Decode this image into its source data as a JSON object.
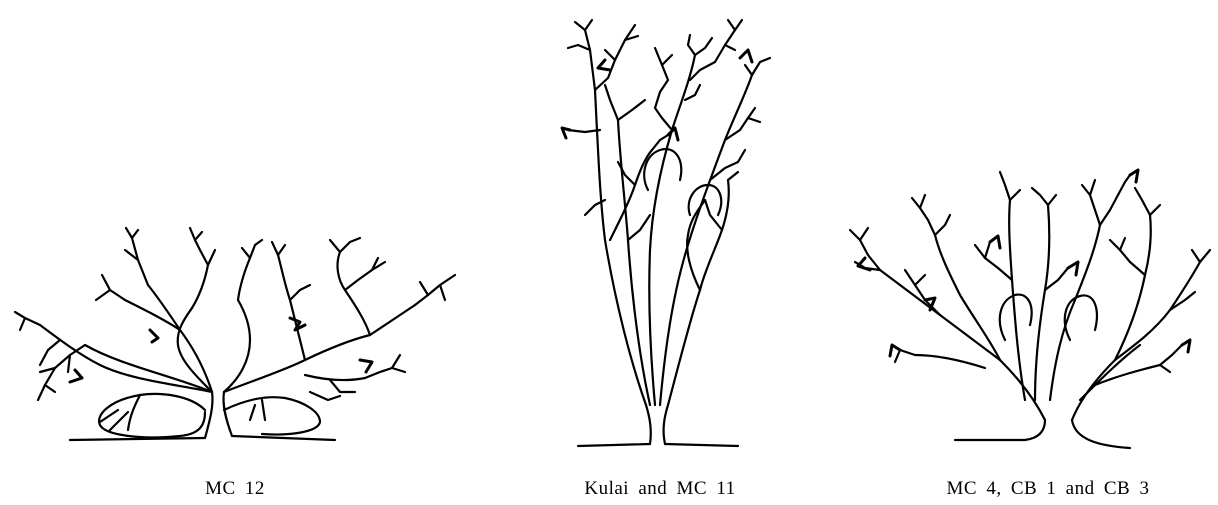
{
  "captions": {
    "left": "MC 12",
    "middle": "Kulai and MC 11",
    "right": "MC 4, CB 1 and CB 3"
  },
  "colors": {
    "background": "#ffffff",
    "ink": "#000000"
  },
  "figures": [
    {
      "id": "spreading-canopy",
      "label_key": "left"
    },
    {
      "id": "upright-canopy",
      "label_key": "middle"
    },
    {
      "id": "vase-canopy",
      "label_key": "right"
    }
  ]
}
